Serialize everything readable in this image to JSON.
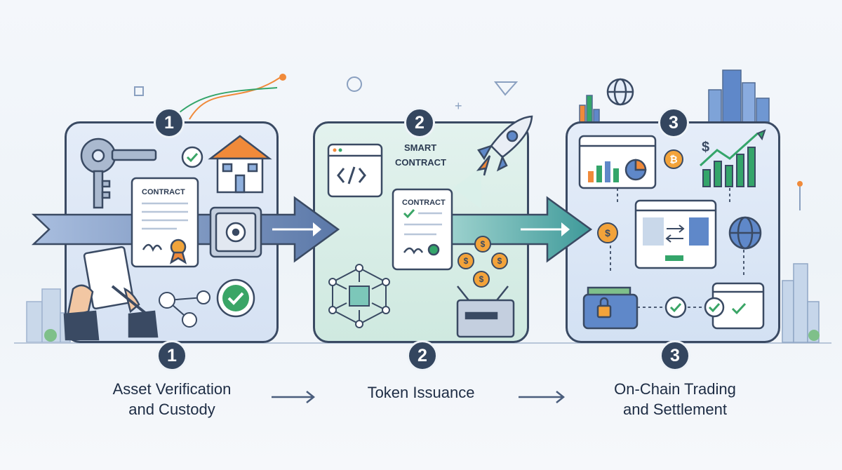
{
  "steps": [
    {
      "number": "1",
      "label": "Asset Verification\nand Custody"
    },
    {
      "number": "2",
      "label": "Token Issuance"
    },
    {
      "number": "3",
      "label": "On-Chain Trading\nand Settlement"
    }
  ],
  "illustration_labels": {
    "contract_1": "CONTRACT",
    "smart_contract_line1": "SMART",
    "smart_contract_line2": "CONTRACT",
    "contract_2": "CONTRACT",
    "dollar_sign": "$"
  },
  "colors": {
    "outline": "#3a4a63",
    "badge": "#34465f",
    "arrow_blue": "#5b78a8",
    "arrow_teal": "#3f9a9a",
    "check_green": "#3aa566",
    "orange": "#f08a3a",
    "chart_green": "#34a56a"
  },
  "icons": [
    "key-icon",
    "house-icon",
    "vault-icon",
    "document-icon",
    "check-icon",
    "hand-icon",
    "rocket-icon",
    "code-window-icon",
    "blockchain-icon",
    "coin-icon",
    "globe-icon",
    "wallet-icon",
    "bitcoin-icon",
    "chart-icon",
    "city-icon"
  ]
}
